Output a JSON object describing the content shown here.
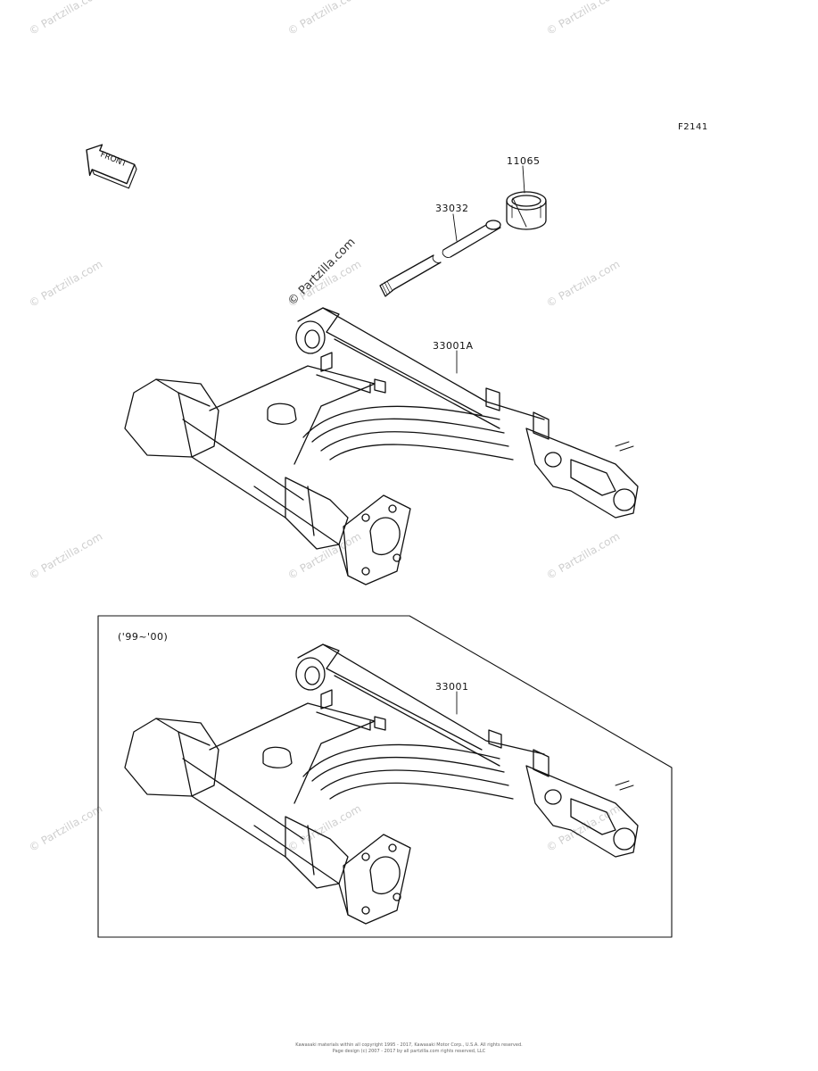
{
  "figure_code": "F2141",
  "front_label": "FRONT",
  "watermark": "© Partzilla.com",
  "parts": {
    "bushing": "11065",
    "pivot_shaft": "33032",
    "swingarm_upper": "33001A",
    "swingarm_lower": "33001"
  },
  "variant_note": "('99~'00)",
  "copyright_line1": "Kawasaki materials within all copyright 1995 - 2017, Kawasaki Motor Corp., U.S.A. All rights reserved.",
  "copyright_line2": "Page design (c) 2007 - 2017 by all partzilla.com rights reserved, LLC"
}
